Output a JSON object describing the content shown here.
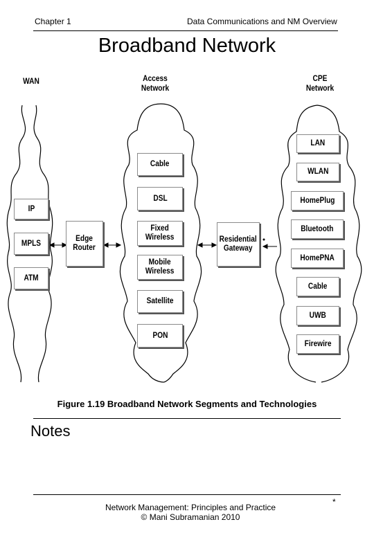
{
  "header": {
    "chapter": "Chapter 1",
    "section": "Data Communications and NM Overview"
  },
  "title": "Broadband Network",
  "diagram": {
    "columns": {
      "wan": "WAN",
      "access": "Access\nNetwork",
      "cpe": "CPE\nNetwork"
    },
    "wan_items": [
      "IP",
      "MPLS",
      "ATM"
    ],
    "edge_router": "Edge\nRouter",
    "access_items": [
      "Cable",
      "DSL",
      "Fixed\nWireless",
      "Mobile\nWireless",
      "Satellite",
      "PON"
    ],
    "residential_gateway": "Residential\nGateway",
    "cpe_items": [
      "LAN",
      "WLAN",
      "HomePlug",
      "Bluetooth",
      "HomePNA",
      "Cable",
      "UWB",
      "Firewire"
    ]
  },
  "caption": "Figure 1.19 Broadband Network Segments and Technologies",
  "notes_heading": "Notes",
  "footer": {
    "line1": "Network Management: Principles and Practice",
    "line2": "© Mani Subramanian 2010"
  },
  "page_marker": "*"
}
